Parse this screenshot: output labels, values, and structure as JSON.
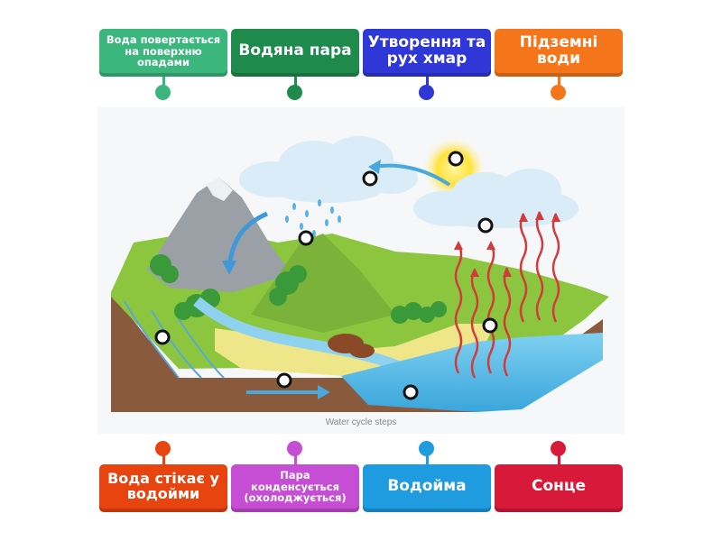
{
  "labels_top": [
    {
      "text": "Вода повертається на поверхню опадами",
      "color": "#3bb77e"
    },
    {
      "text": "Водяна пара",
      "color": "#1e8a4c"
    },
    {
      "text": "Утворення та рух хмар",
      "color": "#2f37d6"
    },
    {
      "text": "Підземні води",
      "color": "#f5761a"
    }
  ],
  "labels_bottom": [
    {
      "text": "Вода стікає у водойми",
      "color": "#e8440f"
    },
    {
      "text": "Пара конденсується (охолоджується)",
      "color": "#c64ed4"
    },
    {
      "text": "Водойма",
      "color": "#1f9be0"
    },
    {
      "text": "Сонце",
      "color": "#d81a3a"
    }
  ],
  "diagram": {
    "caption": "Water cycle steps"
  }
}
